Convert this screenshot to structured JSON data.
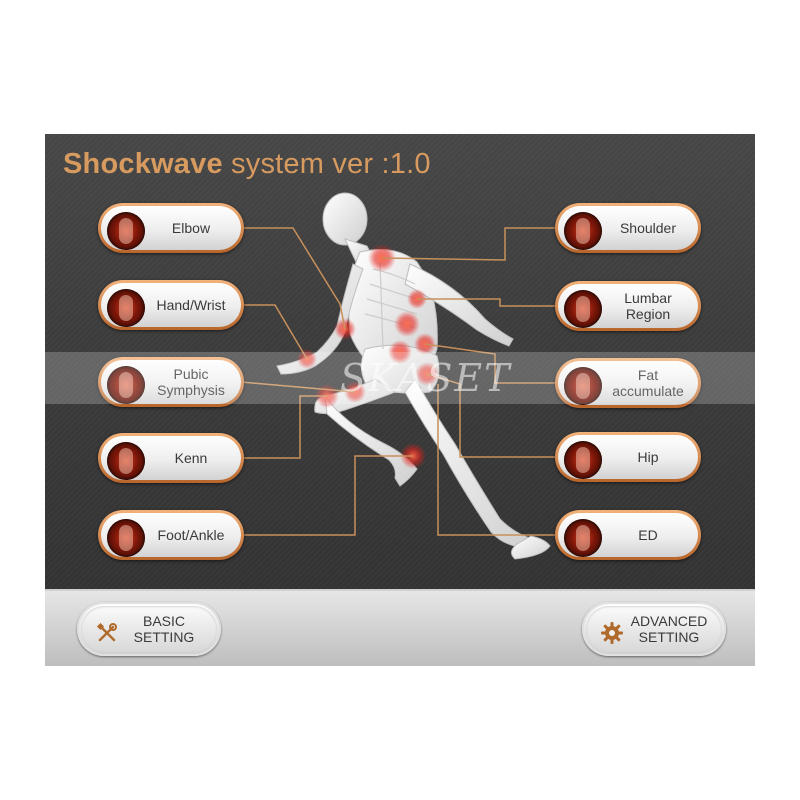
{
  "header": {
    "title_bold": "Shockwave",
    "title_rest": " system ver :1.0"
  },
  "watermark": "SKASET",
  "left_menu": [
    {
      "label": "Elbow",
      "icon": "elbow-icon"
    },
    {
      "label": "Hand/Wrist",
      "icon": "hand-wrist-icon"
    },
    {
      "label": "Pubic\nSymphysis",
      "icon": "pubic-symphysis-icon"
    },
    {
      "label": "Kenn",
      "icon": "knee-icon"
    },
    {
      "label": "Foot/Ankle",
      "icon": "foot-ankle-icon"
    }
  ],
  "right_menu": [
    {
      "label": "Shoulder",
      "icon": "shoulder-icon"
    },
    {
      "label": "Lumbar\nRegion",
      "icon": "lumbar-region-icon"
    },
    {
      "label": "Fat\naccumulate",
      "icon": "fat-accumulate-icon"
    },
    {
      "label": "Hip",
      "icon": "hip-icon"
    },
    {
      "label": "ED",
      "icon": "ed-icon"
    }
  ],
  "bottom": {
    "basic_setting": "BASIC\nSETTING",
    "advanced_setting": "ADVANCED\nSETTING"
  },
  "colors": {
    "accent": "#d79a5f",
    "pill_border": "#c8753a",
    "panel": "#3a3a3a",
    "connector": "#c8905c",
    "hotspot": "#ff3b2a"
  }
}
